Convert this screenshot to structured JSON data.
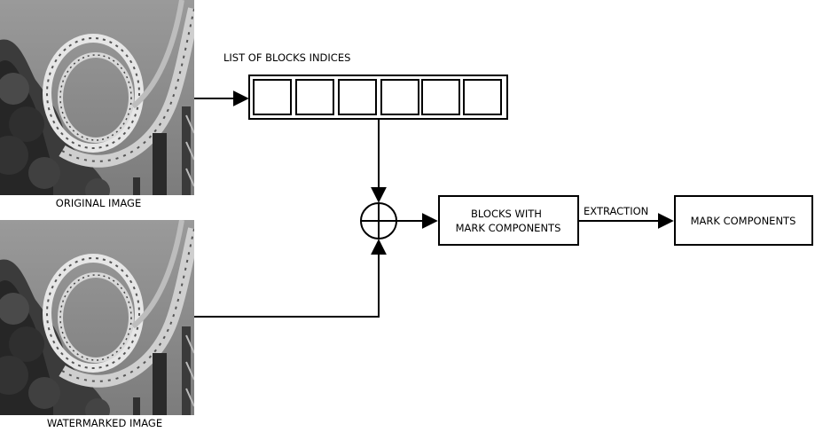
{
  "images": {
    "original": {
      "caption": "ORIGINAL IMAGE"
    },
    "watermarked": {
      "caption": "WATERMARKED IMAGE"
    }
  },
  "block_list": {
    "title": "LIST OF BLOCKS INDICES",
    "cells": 6
  },
  "combiner": {
    "symbol": "circle-plus"
  },
  "blocks_box": {
    "line1": "BLOCKS WITH",
    "line2": "MARK COMPONENTS"
  },
  "extraction": {
    "label": "EXTRACTION"
  },
  "mark_box": {
    "label": "MARK COMPONENTS"
  },
  "colors": {
    "stroke": "#000000",
    "photo_sky": "#8a8a8a",
    "photo_dark": "#3a3a3a"
  }
}
